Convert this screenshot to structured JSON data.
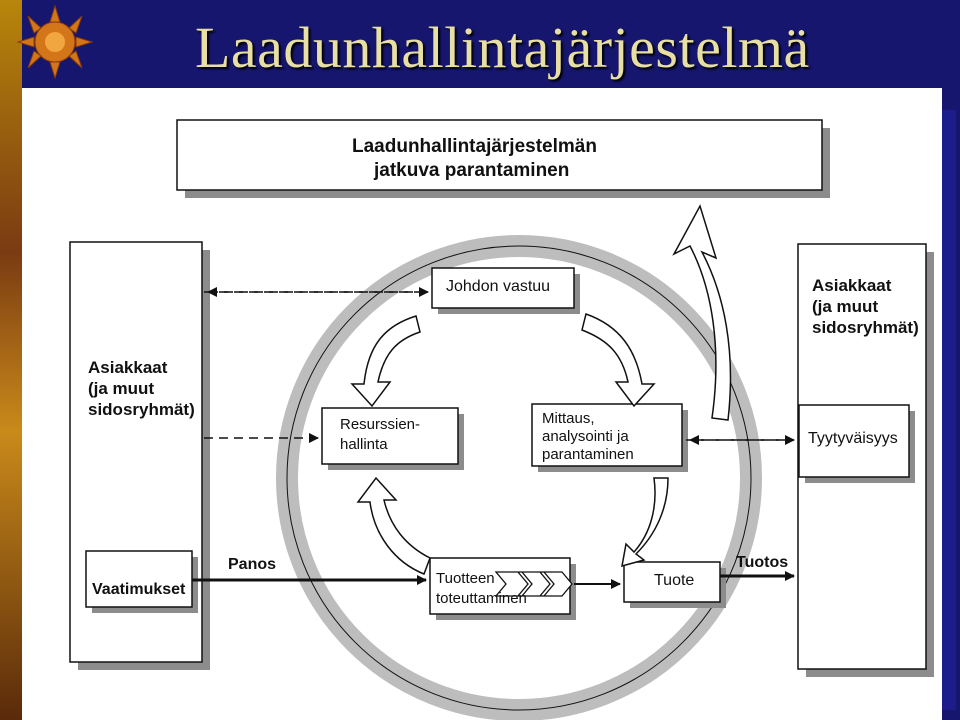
{
  "slide": {
    "title": "Laadunhallintajärjestelmä"
  },
  "diagram": {
    "header": {
      "line1": "Laadunhallintajärjestelmän",
      "line2": "jatkuva parantaminen"
    },
    "left_column": {
      "line1": "Asiakkaat",
      "line2": "(ja muut",
      "line3": "sidosryhmät)",
      "requirements": "Vaatimukset"
    },
    "right_column": {
      "line1": "Asiakkaat",
      "line2": "(ja muut",
      "line3": "sidosryhmät)",
      "satisfaction": "Tyytyväisyys"
    },
    "process_boxes": {
      "management": "Johdon vastuu",
      "resources_line1": "Resurssien-",
      "resources_line2": "hallinta",
      "measurement_line1": "Mittaus,",
      "measurement_line2": "analysointi ja",
      "measurement_line3": "parantaminen",
      "realization_line1": "Tuotteen",
      "realization_line2": "toteuttaminen",
      "product": "Tuote"
    },
    "flows": {
      "input": "Panos",
      "output": "Tuotos"
    }
  },
  "colors": {
    "background": "#16166e",
    "title": "#e8dfa4",
    "box_fill": "#ffffff",
    "box_shadow": "#8c8c8c"
  }
}
